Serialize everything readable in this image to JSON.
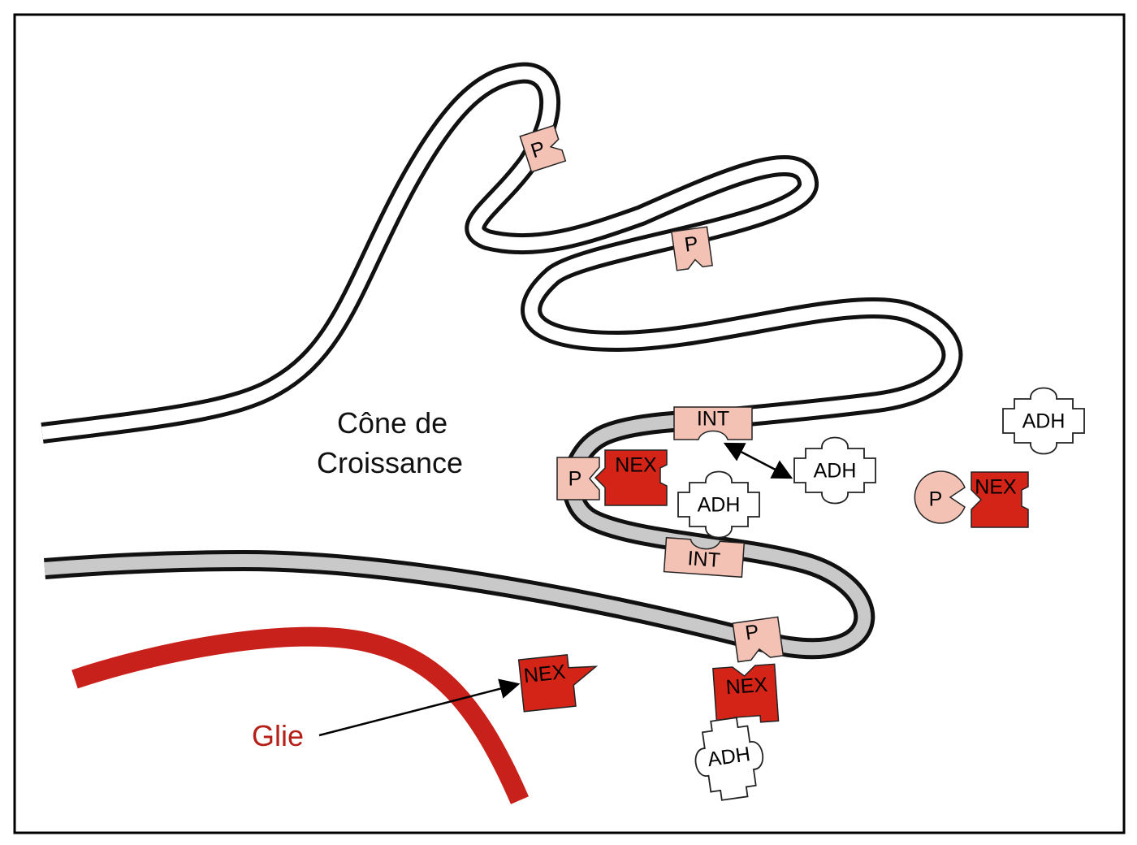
{
  "labels": {
    "growth_cone_line1": "Cône de",
    "growth_cone_line2": "Croissance",
    "glia": "Glie"
  },
  "molecules": {
    "p": "P",
    "int": "INT",
    "nex": "NEX",
    "adh": "ADH"
  },
  "colors": {
    "frame": "#000000",
    "membrane_outline": "#111111",
    "membrane_fill": "#ffffff",
    "membrane_grey": "#c9c9c9",
    "protein_pink": "#f3c2b4",
    "nex_red": "#d42418",
    "glia_red": "#c8201a",
    "glia_text": "#b51f17"
  }
}
